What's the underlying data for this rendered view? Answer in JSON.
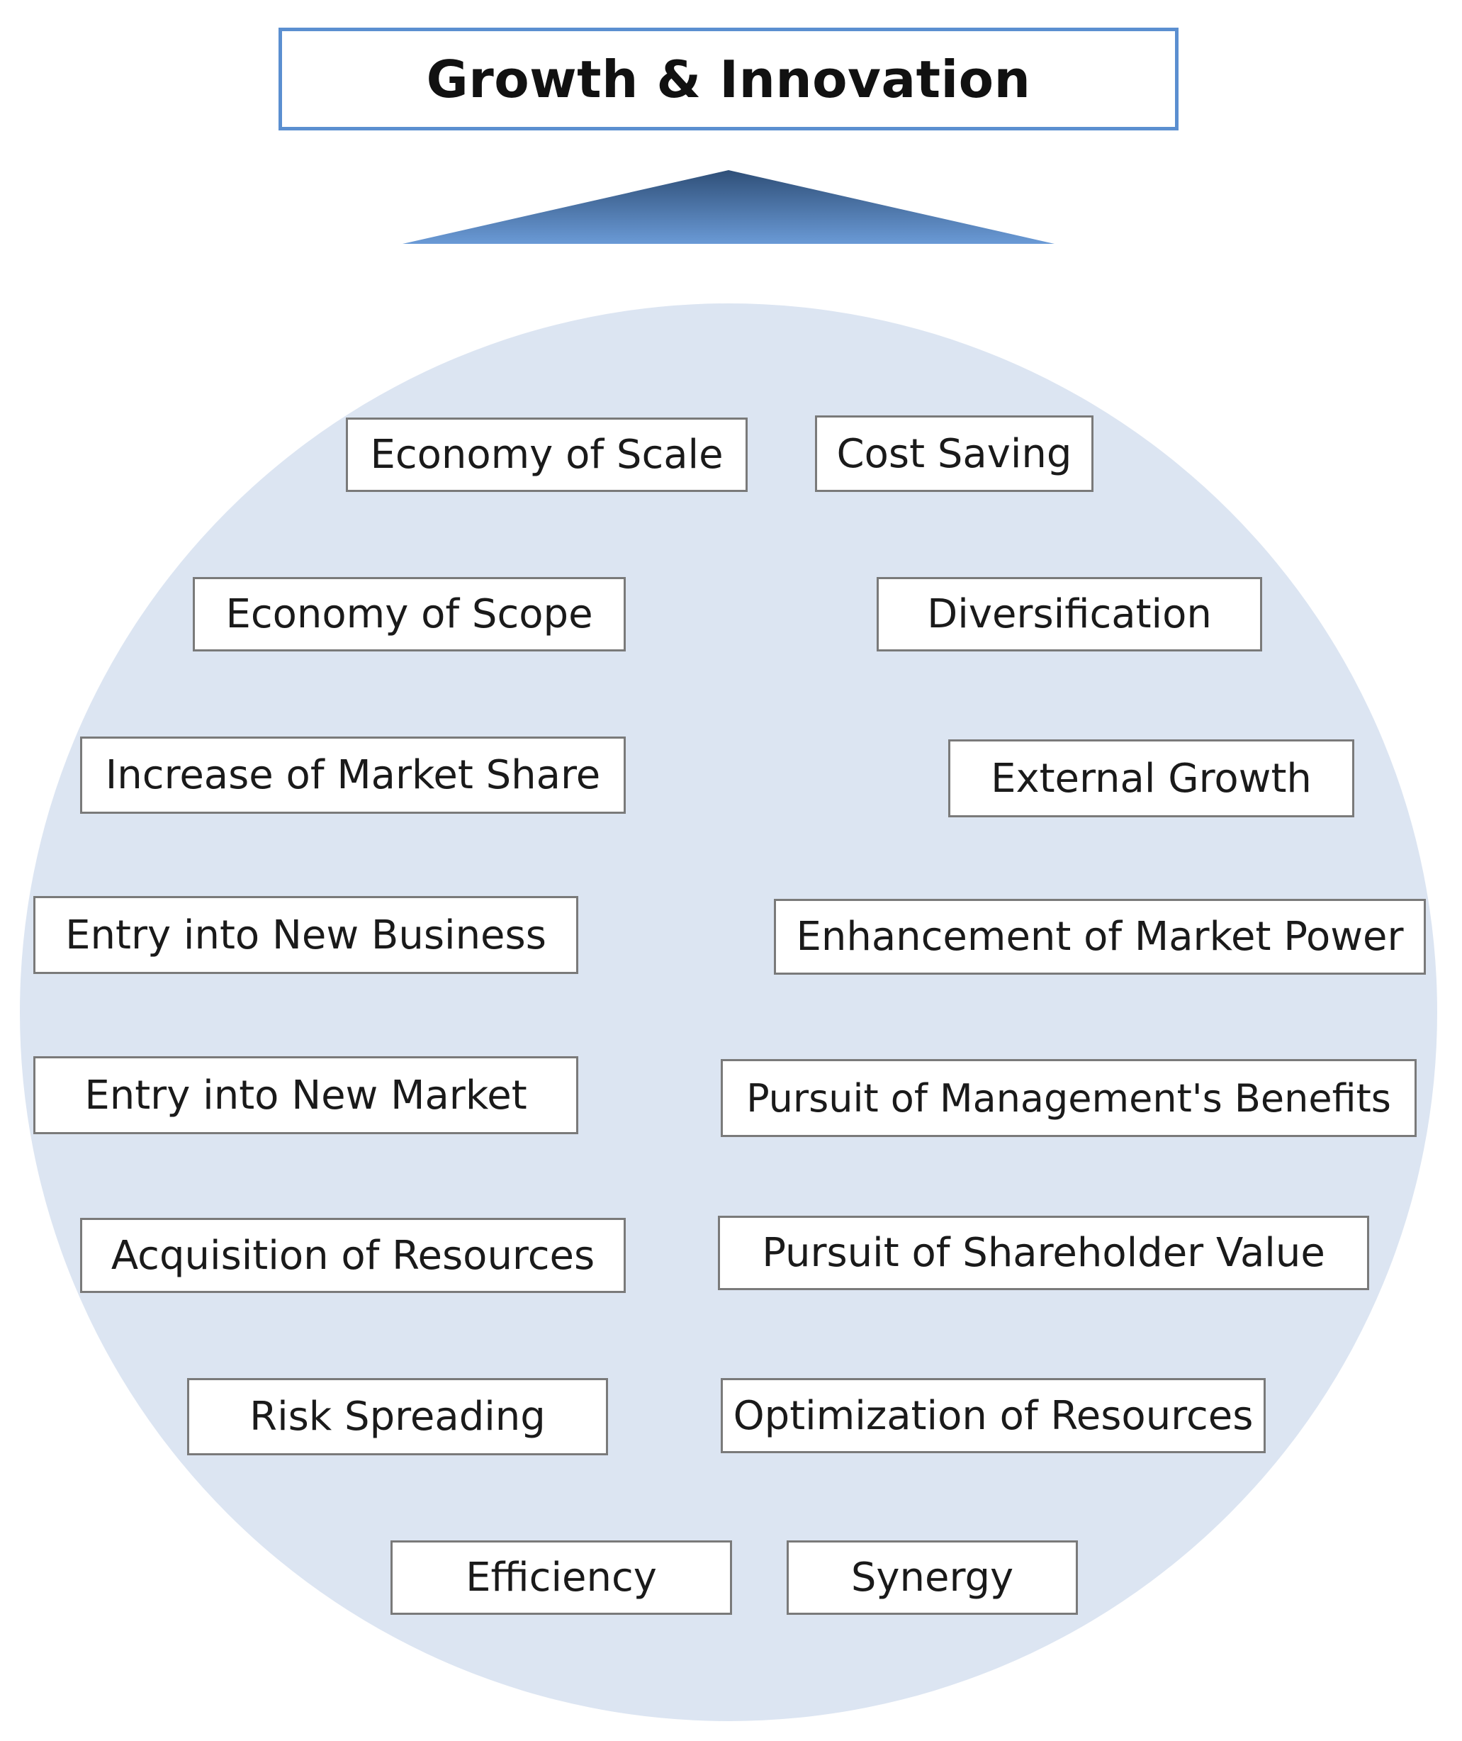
{
  "title": "Growth & Innovation",
  "colors": {
    "title_border": "#5b8fd0",
    "arrow_top": "#2f4f78",
    "arrow_bottom": "#6a9ad6",
    "circle_fill": "#dce5f2",
    "box_border": "#7a7a7a"
  },
  "items": {
    "economy_of_scale": "Economy of Scale",
    "cost_saving": "Cost Saving",
    "economy_of_scope": "Economy of Scope",
    "diversification": "Diversification",
    "increase_market_share": "Increase of Market Share",
    "external_growth": "External Growth",
    "entry_new_business": "Entry into New Business",
    "enhancement_market_power": "Enhancement of Market Power",
    "entry_new_market": "Entry into New Market",
    "pursuit_management_benefits": "Pursuit of Management's Benefits",
    "acquisition_resources": "Acquisition of Resources",
    "pursuit_shareholder_value": "Pursuit of Shareholder Value",
    "risk_spreading": "Risk Spreading",
    "optimization_resources": "Optimization of Resources",
    "efficiency": "Efficiency",
    "synergy": "Synergy"
  }
}
